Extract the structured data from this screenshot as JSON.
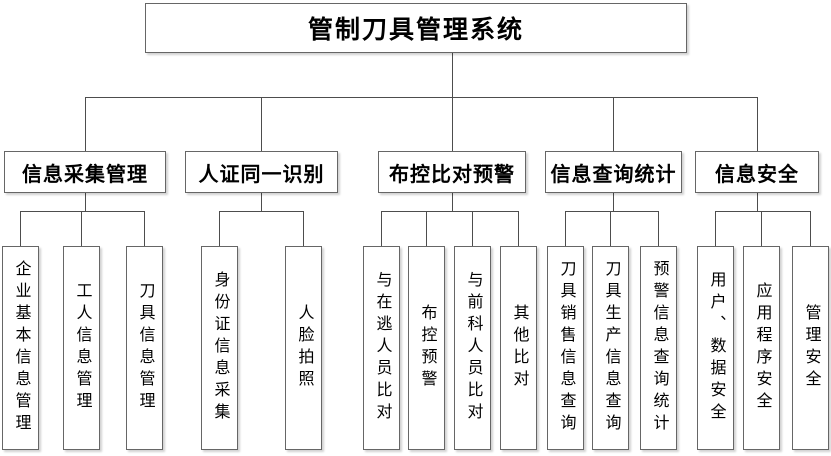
{
  "title": "管制刀具管理系统",
  "tree": {
    "root": "管制刀具管理系统",
    "branches": [
      {
        "label": "信息采集管理",
        "children": [
          "企业基本信息管理",
          "工人信息管理",
          "刀具信息管理"
        ]
      },
      {
        "label": "人证同一识别",
        "children": [
          "身份证信息采集",
          "人脸拍照"
        ]
      },
      {
        "label": "布控比对预警",
        "children": [
          "与在逃人员比对",
          "布控预警",
          "与前科人员比对",
          "其他比对"
        ]
      },
      {
        "label": "信息查询统计",
        "children": [
          "刀具销售信息查询",
          "刀具生产信息查询",
          "预警信息查询统计"
        ]
      },
      {
        "label": "信息安全",
        "children": [
          "用户、数据安全",
          "应用程序安全",
          "管理安全"
        ]
      }
    ]
  },
  "colors": {
    "line": "#4d4d4d",
    "box_border": "#666666",
    "text": "#000000",
    "background": "#ffffff"
  }
}
